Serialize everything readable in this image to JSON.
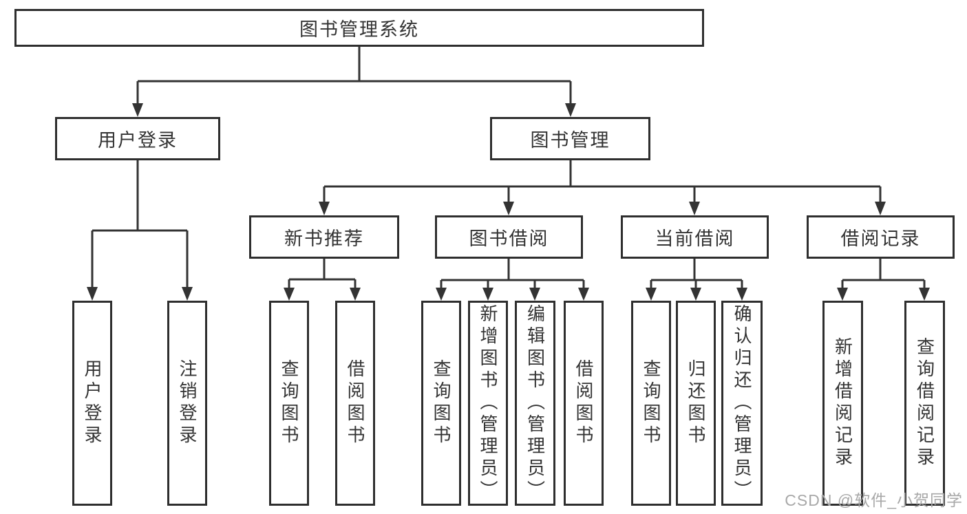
{
  "diagram": {
    "root": {
      "label": "图书管理系统"
    },
    "user_login_branch": {
      "label": "用户登录",
      "children": [
        {
          "label": "用户登录"
        },
        {
          "label": "注销登录"
        }
      ]
    },
    "book_management_branch": {
      "label": "图书管理",
      "sections": [
        {
          "label": "新书推荐",
          "children": [
            {
              "label": "查询图书"
            },
            {
              "label": "借阅图书"
            }
          ]
        },
        {
          "label": "图书借阅",
          "children": [
            {
              "label": "查询图书"
            },
            {
              "label": "新增图书（管理员）"
            },
            {
              "label": "编辑图书（管理员）"
            },
            {
              "label": "借阅图书"
            }
          ]
        },
        {
          "label": "当前借阅",
          "children": [
            {
              "label": "查询图书"
            },
            {
              "label": "归还图书"
            },
            {
              "label": "确认归还（管理员）"
            }
          ]
        },
        {
          "label": "借阅记录",
          "children": [
            {
              "label": "新增借阅记录"
            },
            {
              "label": "查询借阅记录"
            }
          ]
        }
      ]
    }
  },
  "watermark": {
    "text": "CSDN @软件_小贺同学"
  },
  "colors": {
    "line": "#333333",
    "box_border": "#2e2e2e",
    "text": "#333333",
    "watermark": "#a8a8a8",
    "background": "#ffffff"
  }
}
